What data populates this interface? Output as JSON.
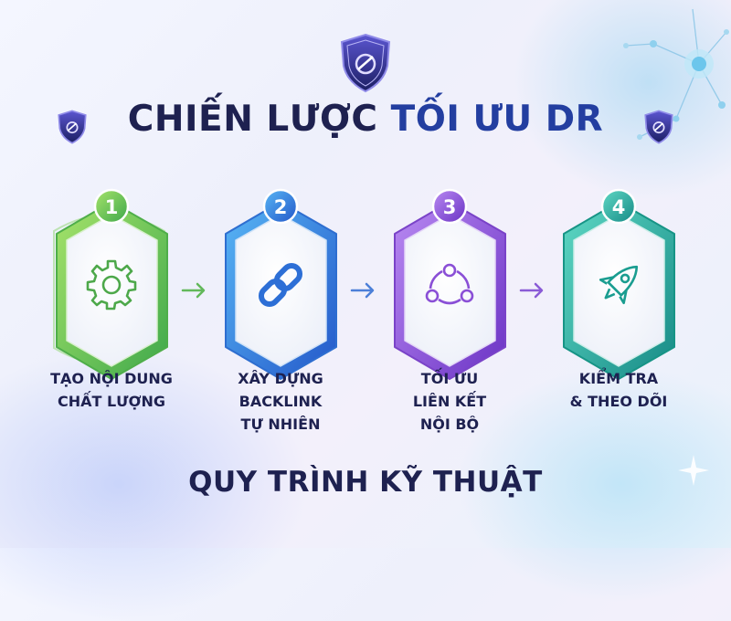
{
  "title": {
    "part1": "CHIẾN LƯỢC",
    "part2": "TỐI ƯU DR"
  },
  "subtitle": "QUY TRÌNH KỸ THUẬT",
  "colors": {
    "navy": "#1e2150",
    "blue_text": "#233ea0",
    "step1": "#5fc24a",
    "step2": "#2f7fe0",
    "step3": "#8a4fd6",
    "step4": "#1ea596"
  },
  "steps": [
    {
      "number": "1",
      "icon": "gear-icon",
      "line1": "TẠO NỘI DUNG",
      "line2": "CHẤT LƯỢNG",
      "line3": ""
    },
    {
      "number": "2",
      "icon": "chain-link-icon",
      "line1": "XÂY DỰNG",
      "line2": "BACKLINK",
      "line3": "TỰ NHIÊN"
    },
    {
      "number": "3",
      "icon": "network-share-icon",
      "line1": "TỐI ƯU",
      "line2": "LIÊN KẾT",
      "line3": "NỘI BỘ"
    },
    {
      "number": "4",
      "icon": "rocket-icon",
      "line1": "KIỂM TRA",
      "line2": "& THEO DÕI",
      "line3": ""
    }
  ]
}
